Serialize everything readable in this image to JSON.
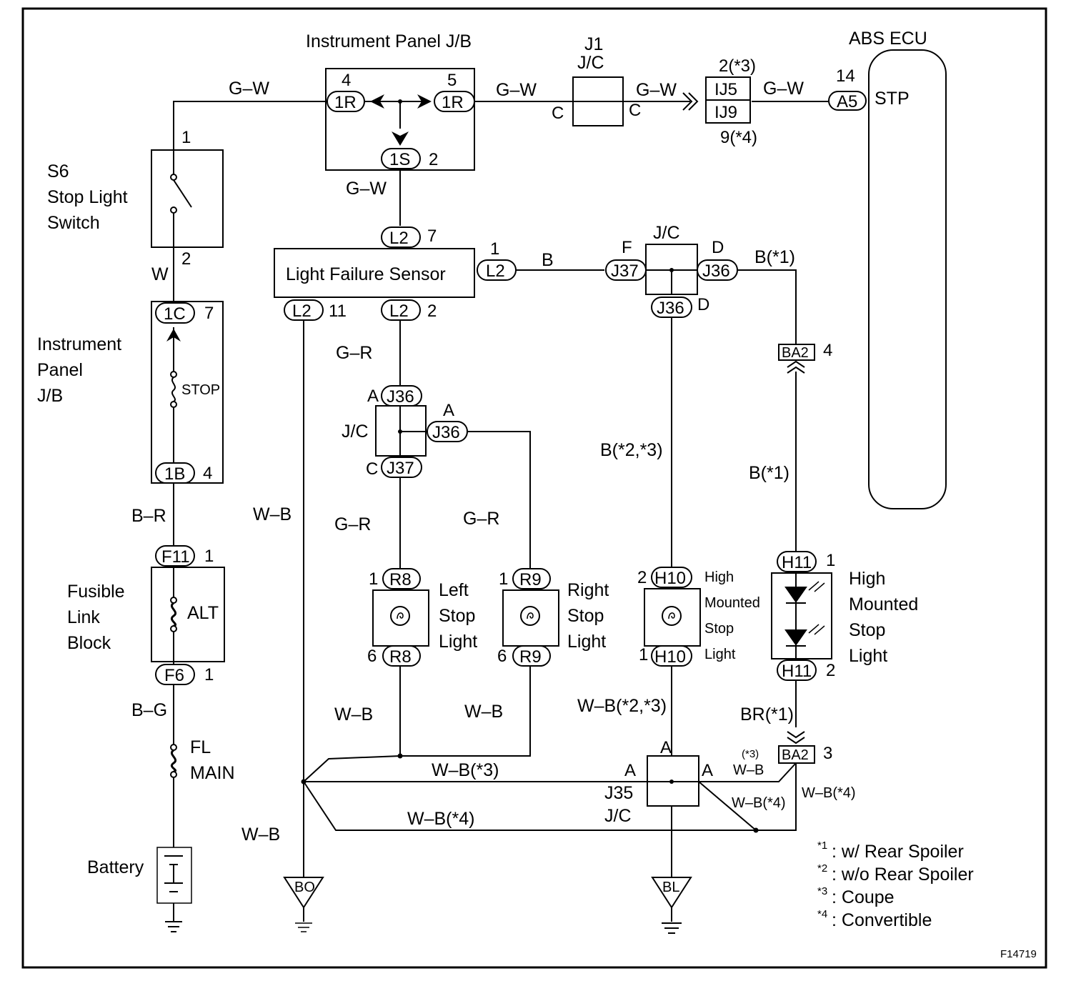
{
  "components": {
    "abs_ecu": {
      "name": "ABS ECU",
      "pin": "14",
      "connector": "A5",
      "terminal": "STP"
    },
    "instrument_panel_jb_top": {
      "name": "Instrument Panel J/B",
      "pin_left": "4",
      "pin_right": "5",
      "pin_bottom": "2",
      "conn_left": "1R",
      "conn_right": "1R",
      "conn_bottom": "1S"
    },
    "j1_jc": {
      "name_line1": "J1",
      "name_line2": "J/C",
      "pin_left": "C",
      "pin_right": "C"
    },
    "ij_connector": {
      "conn_top": "IJ5",
      "conn_bottom": "IJ9",
      "pin_top": "2(*3)",
      "pin_bottom": "9(*4)"
    },
    "stop_light_switch": {
      "code": "S6",
      "name_line1": "Stop Light",
      "name_line2": "Switch",
      "pin_top": "1",
      "pin_bottom": "2"
    },
    "light_failure_sensor": {
      "name": "Light Failure Sensor",
      "conn": "L2",
      "pin_top": "7",
      "pin_right": "1",
      "pin_bottom_left": "11",
      "pin_bottom_right": "2"
    },
    "jc_top_right": {
      "name": "J/C",
      "pin_f": "F",
      "pin_d": "D",
      "pin_d2": "D",
      "conn_left": "J37",
      "conn_right": "J36",
      "conn_bottom": "J36"
    },
    "instrument_panel_jb_left": {
      "name_line1": "Instrument",
      "name_line2": "Panel",
      "name_line3": "J/B",
      "conn_top": "1C",
      "pin_top": "7",
      "fuse": "STOP",
      "conn_bottom": "1B",
      "pin_bottom": "4"
    },
    "jc_mid": {
      "name": "J/C",
      "pin_a_top": "A",
      "pin_a_right": "A",
      "pin_c": "C",
      "conn_top": "J36",
      "conn_right": "J36",
      "conn_bottom": "J37"
    },
    "ba2_top": {
      "conn": "BA2",
      "pin": "4"
    },
    "ba2_bottom": {
      "conn": "BA2",
      "pin": "3"
    },
    "fusible_link_block": {
      "name_line1": "Fusible",
      "name_line2": "Link",
      "name_line3": "Block",
      "conn_top": "F11",
      "pin_top": "1",
      "fuse": "ALT",
      "conn_bottom": "F6",
      "pin_bottom": "1"
    },
    "fl_main": {
      "line1": "FL",
      "line2": "MAIN"
    },
    "battery": {
      "name": "Battery"
    },
    "left_stop_light": {
      "name_line1": "Left",
      "name_line2": "Stop",
      "name_line3": "Light",
      "conn": "R8",
      "pin_top": "1",
      "pin_bottom": "6"
    },
    "right_stop_light": {
      "name_line1": "Right",
      "name_line2": "Stop",
      "name_line3": "Light",
      "conn": "R9",
      "pin_top": "1",
      "pin_bottom": "6"
    },
    "high_mounted_h10": {
      "name_line1": "High",
      "name_line2": "Mounted",
      "name_line3": "Stop",
      "name_line4": "Light",
      "conn": "H10",
      "pin_top": "2",
      "pin_bottom": "1"
    },
    "high_mounted_h11": {
      "name_line1": "High",
      "name_line2": "Mounted",
      "name_line3": "Stop",
      "name_line4": "Light",
      "conn": "H11",
      "pin_top": "1",
      "pin_bottom": "2"
    },
    "j35_jc": {
      "name_line1": "J35",
      "name_line2": "J/C",
      "pin_top": "A",
      "pin_left": "A",
      "pin_right": "A"
    },
    "ground_bo": {
      "label": "BO"
    },
    "ground_bl": {
      "label": "BL"
    }
  },
  "wires": {
    "gw_switch": "G–W",
    "gw_j1": "G–W",
    "gw_ij": "G–W",
    "gw_abs": "G–W",
    "gw_lfs": "G–W",
    "w_switch": "W",
    "br_jb": "B–R",
    "bg_fl": "B–G",
    "b_lfs": "B",
    "b_spoiler_top": "B(*1)",
    "gr_lfs": "G–R",
    "b_h10": "B(*2,*3)",
    "b_spoiler_mid": "B(*1)",
    "wb_left_long": "W–B",
    "gr_left": "G–R",
    "gr_right": "G–R",
    "wb_left_light": "W–B",
    "wb_right_light": "W–B",
    "wb_h10": "W–B(*2,*3)",
    "br_spoiler": "BR(*1)",
    "wb_coupe_small": "W–B",
    "wb_coupe_small_note": "(*3)",
    "wb_coupe": "W–B(*3)",
    "wb_conv_diag": "W–B(*4)",
    "wb_conv_right": "W–B(*4)",
    "wb_conv": "W–B(*4)",
    "wb_ground": "W–B"
  },
  "legend": [
    {
      "mark": "*1",
      "text": ": w/ Rear Spoiler"
    },
    {
      "mark": "*2",
      "text": ": w/o Rear Spoiler"
    },
    {
      "mark": "*3",
      "text": ": Coupe"
    },
    {
      "mark": "*4",
      "text": ": Convertible"
    }
  ],
  "figure_id": "F14719"
}
